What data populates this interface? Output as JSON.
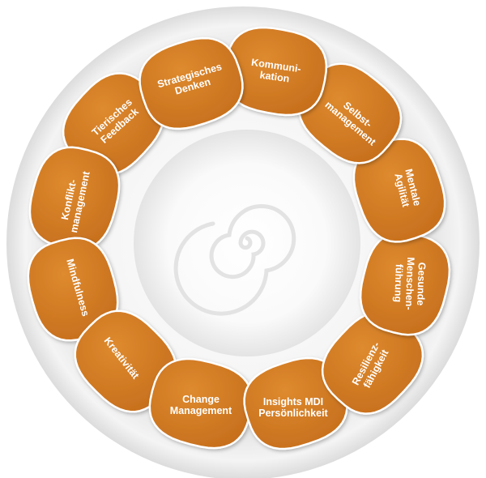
{
  "diagram": {
    "segments": [
      {
        "id": "strategisches-denken",
        "lines": [
          "Strategisches",
          "Denken"
        ]
      },
      {
        "id": "kommunikation",
        "lines": [
          "Kommuni-",
          "kation"
        ]
      },
      {
        "id": "selbstmanagement",
        "lines": [
          "Selbst-",
          "management"
        ]
      },
      {
        "id": "mentale-agilitaet",
        "lines": [
          "Mentale",
          "Agilität"
        ]
      },
      {
        "id": "gesunde-menschenfuehrung",
        "lines": [
          "Gesunde",
          "Menschen-",
          "führung"
        ]
      },
      {
        "id": "resilienzfaehigkeit",
        "lines": [
          "Resilienz-",
          "fähigkeit"
        ]
      },
      {
        "id": "insights-mdi",
        "lines": [
          "Insights MDI",
          "Persönlichkeit"
        ]
      },
      {
        "id": "change-management",
        "lines": [
          "Change",
          "Management"
        ]
      },
      {
        "id": "kreativitaet",
        "lines": [
          "Kreativität"
        ]
      },
      {
        "id": "mindfulness",
        "lines": [
          "Mindfulness"
        ]
      },
      {
        "id": "konfliktmanagement",
        "lines": [
          "Konflikt-",
          "management"
        ]
      },
      {
        "id": "tierisches-feedback",
        "lines": [
          "Tierisches",
          "Feedback"
        ]
      }
    ],
    "colors": {
      "segment_fill": "#d07a20",
      "segment_fill_dark": "#b4611a",
      "segment_stroke": "#ffffff",
      "text": "#ffffff",
      "plate": "#ededed",
      "plate_shadow": "#d2d2d2"
    }
  }
}
